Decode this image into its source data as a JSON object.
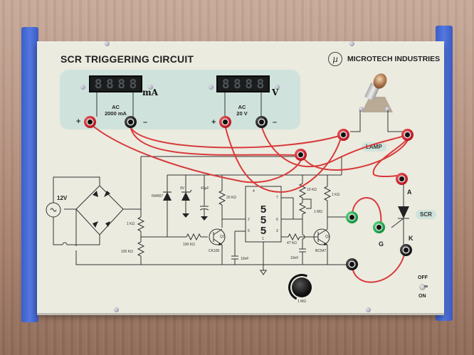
{
  "panel": {
    "title": "SCR TRIGGERING CIRCUIT",
    "brand": "MICROTECH INDUSTRIES",
    "brand_logo": "µ"
  },
  "ammeter": {
    "display": [
      "8",
      "8",
      "8",
      "8"
    ],
    "unit": "mA",
    "label_line1": "AC",
    "label_line2": "2000 mA",
    "plus": "+",
    "minus": "–"
  },
  "voltmeter": {
    "display": [
      "8",
      "8",
      "8",
      "8"
    ],
    "unit": "V",
    "label_line1": "AC",
    "label_line2": "20 V",
    "plus": "+",
    "minus": "–"
  },
  "labels": {
    "lamp": "LAMP",
    "scr": "SCR",
    "anode": "A",
    "gate": "G",
    "cathode": "K",
    "supply": "12V",
    "switch_off": "OFF",
    "switch_on": "ON"
  },
  "components": {
    "r_1k_left": "1 KΩ",
    "r_100k_left": "100 KΩ",
    "diode": "IN4007",
    "zener": "9V",
    "cap_47u": "47μF",
    "r_20k": "20 KΩ",
    "r_100k_base": "100 KΩ",
    "q1_name": "Q1",
    "q1_part": "CK100",
    "cap_10n_a": "10nF",
    "ic": [
      "5",
      "5",
      "5"
    ],
    "ic_pins": {
      "p4": "4",
      "p7": "7",
      "p2": "2",
      "p6": "6",
      "p5": "5",
      "p3": "3",
      "p1": "1"
    },
    "r_10k": "10 KΩ",
    "pot_1m": "1 MΩ",
    "r_1k_right": "1 KΩ",
    "r_47k": "47 KΩ",
    "cap_10n_b": "10nF",
    "q2_name": "Q2",
    "q2_part": "BC547",
    "knob_label": "1 MΩ"
  },
  "colors": {
    "bracket_blue": "#4a6ad8",
    "panel": "#ecebe0",
    "meter_zone": "#cfe3dc",
    "wire_red": "#d83a3a"
  }
}
